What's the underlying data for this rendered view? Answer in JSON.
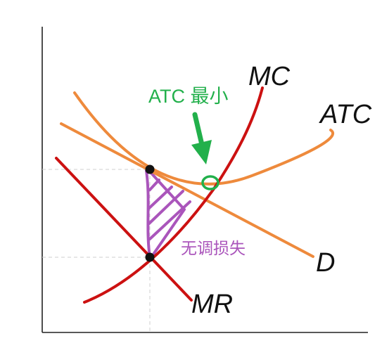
{
  "colors": {
    "axis": "#222222",
    "guide": "#cfcfcf",
    "atc": "#ee8a3c",
    "demand": "#ee8a3c",
    "mc": "#cc1111",
    "mr": "#cc1111",
    "green": "#22b04b",
    "purple": "#aa55bb",
    "point": "#111111"
  },
  "curves": {
    "mc_label": "MC",
    "atc_label": "ATC",
    "demand_label": "D",
    "mr_label": "MR"
  },
  "annotations": {
    "atc_min_label": "ATC 最小",
    "deadweight_loss_label": "无调损失"
  },
  "icons": {
    "arrow": "green-down-arrow-icon",
    "marker": "green-circle-icon"
  }
}
